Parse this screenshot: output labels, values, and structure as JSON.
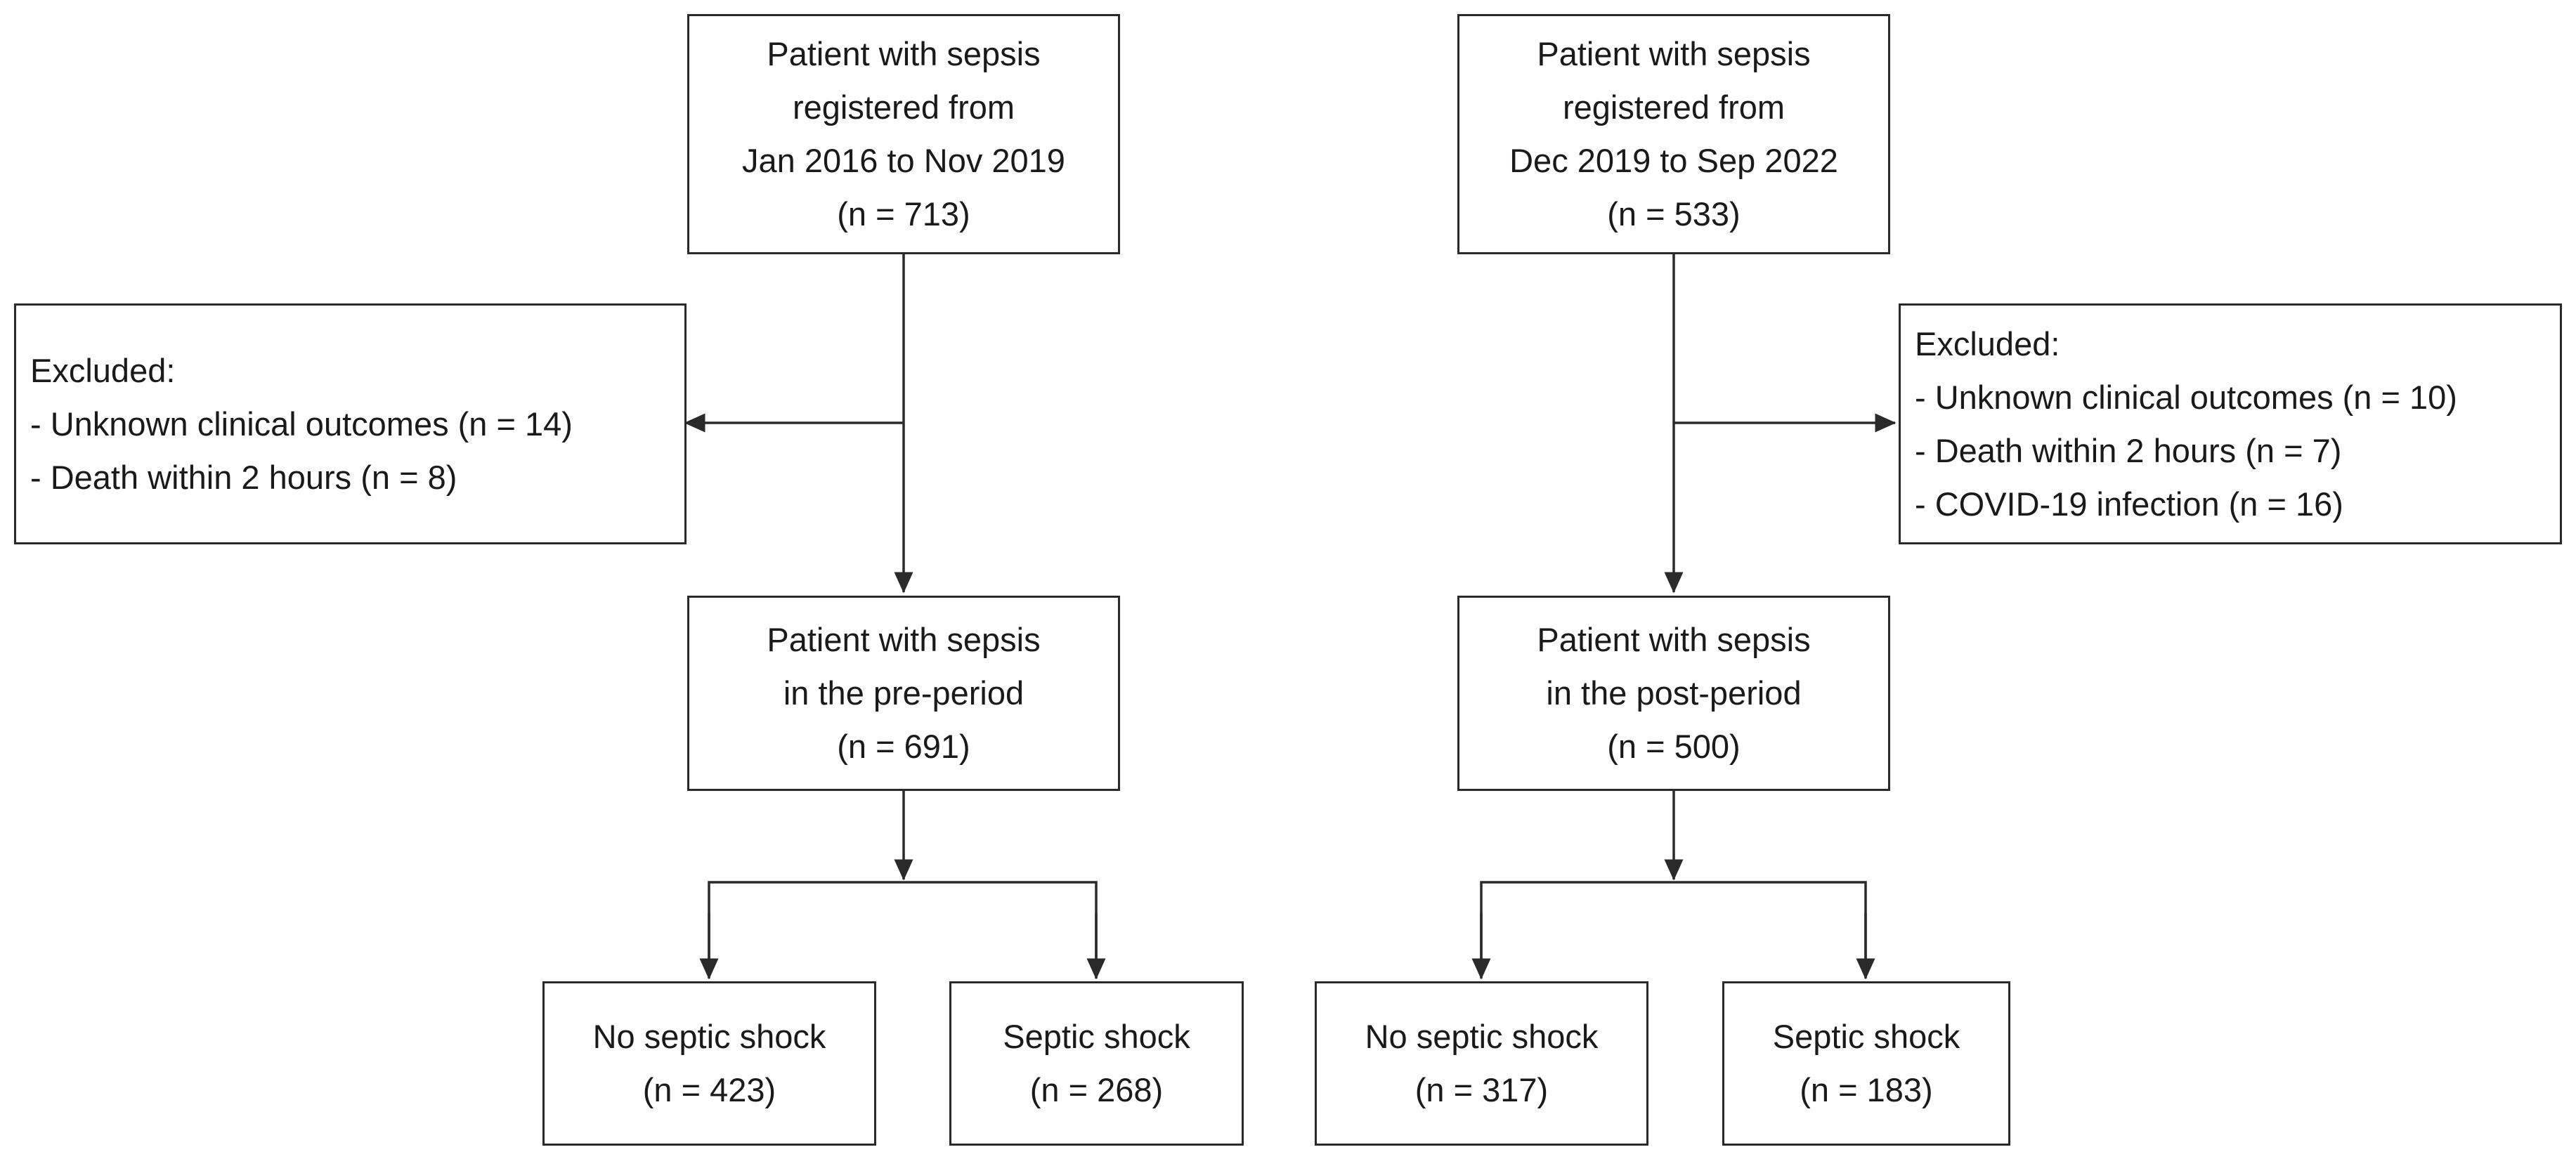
{
  "left": {
    "registered": [
      "Patient with sepsis",
      "registered from",
      "Jan 2016 to Nov 2019",
      "(n = 713)"
    ],
    "excluded": [
      "Excluded:",
      "- Unknown clinical outcomes (n = 14)",
      "- Death within 2 hours (n = 8)"
    ],
    "period": [
      "Patient with sepsis",
      "in the pre-period",
      "(n = 691)"
    ],
    "no_shock": [
      "No septic shock",
      "(n = 423)"
    ],
    "shock": [
      "Septic shock",
      "(n = 268)"
    ]
  },
  "right": {
    "registered": [
      "Patient with sepsis",
      "registered from",
      "Dec 2019 to Sep 2022",
      "(n = 533)"
    ],
    "excluded": [
      "Excluded:",
      "- Unknown clinical outcomes (n = 10)",
      "- Death within 2 hours (n = 7)",
      "- COVID-19 infection (n = 16)"
    ],
    "period": [
      "Patient with sepsis",
      "in the post-period",
      "(n = 500)"
    ],
    "no_shock": [
      "No septic shock",
      "(n = 317)"
    ],
    "shock": [
      "Septic shock",
      "(n = 183)"
    ]
  },
  "colors": {
    "line": "#2a2a2a",
    "text": "#1a1a1a",
    "background": "#ffffff"
  }
}
